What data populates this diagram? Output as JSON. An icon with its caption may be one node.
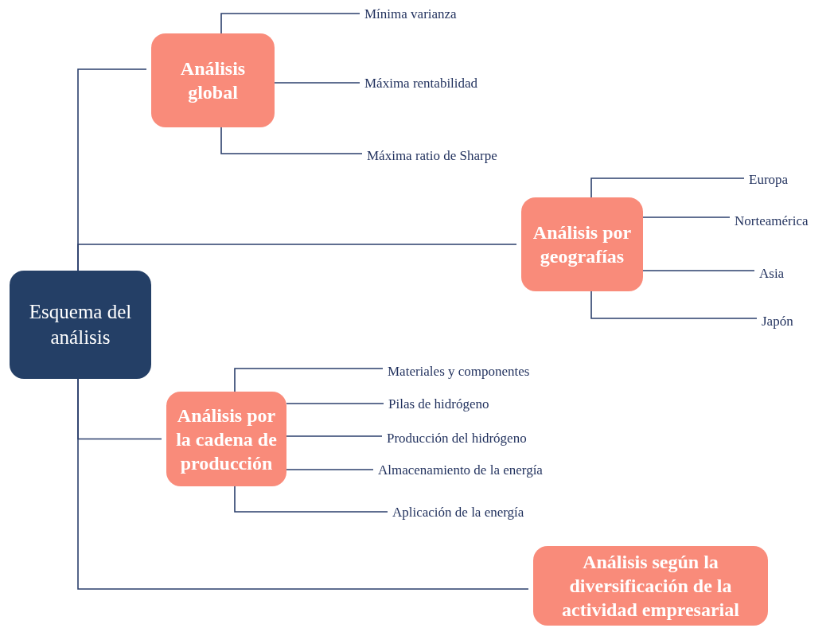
{
  "diagram": {
    "nodes": [
      {
        "text": [
          "Esquema del análisis"
        ]
      },
      {
        "text": [
          "Análisis global"
        ]
      },
      {
        "text": [
          "Mínima varianza"
        ]
      },
      {
        "text": [
          "Máxima rentabilidad"
        ]
      },
      {
        "text": [
          "Máxima ratio de Sharpe"
        ]
      },
      {
        "text": [
          "Análisis por geografías"
        ]
      },
      {
        "text": [
          "Europa"
        ]
      },
      {
        "text": [
          "Norteamérica"
        ]
      },
      {
        "text": [
          "Asia"
        ]
      },
      {
        "text": [
          "Japón"
        ]
      },
      {
        "text": [
          "Análisis por la cadena de producción"
        ]
      },
      {
        "text": [
          "Materiales y componentes"
        ]
      },
      {
        "text": [
          "Pilas de hidrógeno"
        ]
      },
      {
        "text": [
          "Producción del hidrógeno"
        ]
      },
      {
        "text": [
          "Almacenamiento de la energía"
        ]
      },
      {
        "text": [
          "Aplicación de la energía"
        ]
      },
      {
        "text": [
          "Análisis según la diversificación de la actividad empresarial"
        ]
      }
    ],
    "edges": [
      {
        "from": 0,
        "to": 1,
        "arrow": "none"
      },
      {
        "from": 0,
        "to": 5,
        "arrow": "none"
      },
      {
        "from": 0,
        "to": 10,
        "arrow": "none"
      },
      {
        "from": 0,
        "to": 16,
        "arrow": "none"
      },
      {
        "from": 1,
        "to": 2,
        "arrow": "none"
      },
      {
        "from": 1,
        "to": 3,
        "arrow": "none"
      },
      {
        "from": 1,
        "to": 4,
        "arrow": "none"
      },
      {
        "from": 5,
        "to": 6,
        "arrow": "none"
      },
      {
        "from": 5,
        "to": 7,
        "arrow": "none"
      },
      {
        "from": 5,
        "to": 8,
        "arrow": "none"
      },
      {
        "from": 5,
        "to": 9,
        "arrow": "none"
      },
      {
        "from": 10,
        "to": 11,
        "arrow": "none"
      },
      {
        "from": 10,
        "to": 12,
        "arrow": "none"
      },
      {
        "from": 10,
        "to": 13,
        "arrow": "none"
      },
      {
        "from": 10,
        "to": 14,
        "arrow": "none"
      },
      {
        "from": 10,
        "to": 15,
        "arrow": "none"
      }
    ]
  }
}
